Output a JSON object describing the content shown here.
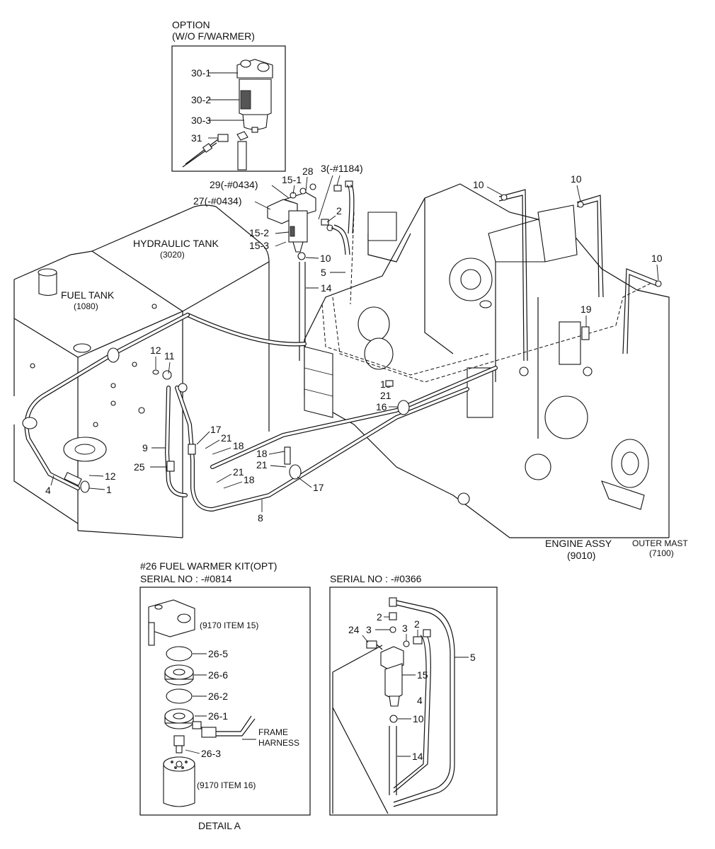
{
  "option_box": {
    "title_line1": "OPTION",
    "title_line2": "(W/O F/WARMER)",
    "labels": [
      "30-1",
      "30-2",
      "30-3",
      "31"
    ]
  },
  "assemblies": {
    "hydraulic_tank": "HYDRAULIC TANK",
    "hydraulic_tank_ref": "(3020)",
    "fuel_tank": "FUEL TANK",
    "fuel_tank_ref": "(1080)",
    "engine": "ENGINE ASSY",
    "engine_ref": "(9010)",
    "outer_mast": "OUTER MAST",
    "outer_mast_ref": "(7100)"
  },
  "callouts": {
    "c28": "28",
    "c3_serial": "3(-#1184)",
    "c15_1": "15-1",
    "c29": "29(-#0434)",
    "c27": "27(-#0434)",
    "c2": "2",
    "c15_2": "15-2",
    "c15_3": "15-3",
    "c10_filter": "10",
    "c5": "5",
    "c14": "14",
    "c10_a": "10",
    "c10_b": "10",
    "c10_c": "10",
    "c19": "19",
    "c12_top": "12",
    "c11": "11",
    "c18_a": "18",
    "c21_a": "21",
    "c16": "16",
    "c17_a": "17",
    "c21_b": "21",
    "c18_b": "18",
    "c18_c": "18",
    "c21_c": "21",
    "c9": "9",
    "c25": "25",
    "c21_d": "21",
    "c18_d": "18",
    "c17_b": "17",
    "c12_bottom": "12",
    "c1": "1",
    "c4": "4",
    "c8": "8"
  },
  "detail_a": {
    "title_line1": "#26 FUEL WARMER KIT(OPT)",
    "title_line2": "SERIAL NO : -#0814",
    "ref_top": "(9170 ITEM 15)",
    "ref_bottom": "(9170 ITEM 16)",
    "labels": [
      "26-5",
      "26-6",
      "26-2",
      "26-1",
      "26-3"
    ],
    "harness_line1": "FRAME",
    "harness_line2": "HARNESS",
    "caption": "DETAIL A"
  },
  "serial_box": {
    "title": "SERIAL NO : -#0366",
    "c2_left": "2",
    "c24": "24",
    "c3_left": "3",
    "c3_right": "3",
    "c2_right": "2",
    "c5": "5",
    "c15": "15",
    "c4": "4",
    "c10": "10",
    "c14": "14"
  }
}
